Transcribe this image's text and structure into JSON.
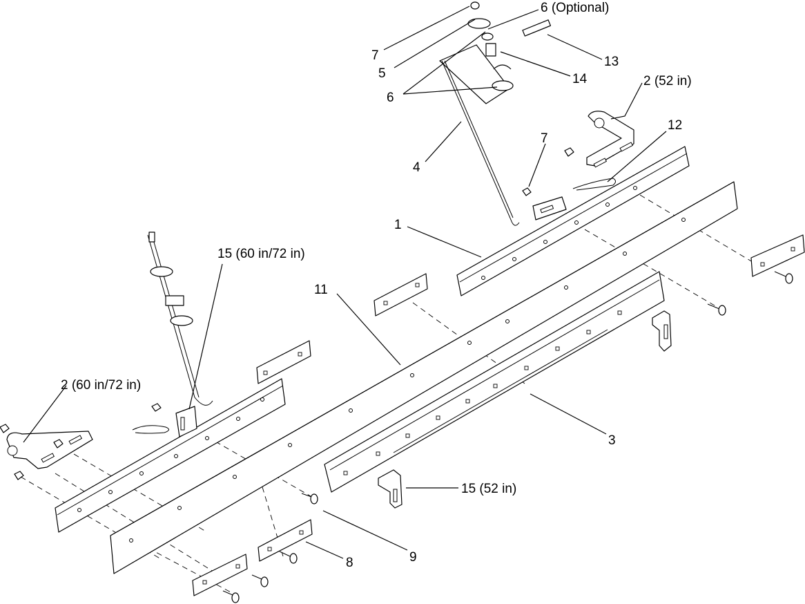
{
  "callouts": {
    "c6_optional": "6 (Optional)",
    "c7_top": "7",
    "c5": "5",
    "c13": "13",
    "c14": "14",
    "c6": "6",
    "c2_52": "2 (52 in)",
    "c12": "12",
    "c7_mid": "7",
    "c4": "4",
    "c1": "1",
    "c15_60_72": "15 (60 in/72 in)",
    "c11": "11",
    "c2_60_72": "2 (60 in/72 in)",
    "c3": "3",
    "c15_52": "15 (52 in)",
    "c9": "9",
    "c8": "8"
  }
}
